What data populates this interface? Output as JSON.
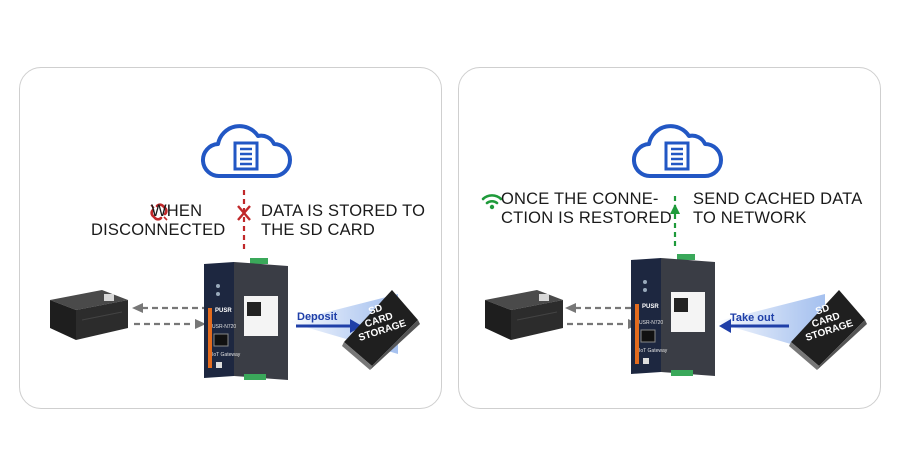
{
  "colors": {
    "cloud_blue": "#2257c4",
    "disconnect_red": "#c0282a",
    "connect_green": "#1e9a3a",
    "arrow_blue": "#1f3fa8",
    "panel_border": "#cfcfcf",
    "text": "#1a1a1a"
  },
  "left_panel": {
    "status_icon": "broken-link-icon",
    "status_line1": "WHEN",
    "status_line2": "DISCONNECTED",
    "action_line1": "DATA IS STORED TO",
    "action_line2": "THE SD CARD",
    "arrow_label": "Deposit",
    "sd_line1": "SD",
    "sd_line2": "CARD",
    "sd_line3": "STORAGE"
  },
  "right_panel": {
    "status_icon": "wifi-icon",
    "status_line1": "ONCE THE CONNE-",
    "status_line2": "CTION IS RESTORED",
    "action_line1": "SEND CACHED DATA",
    "action_line2": "TO NETWORK",
    "arrow_label": "Take out",
    "sd_line1": "SD",
    "sd_line2": "CARD",
    "sd_line3": "STORAGE"
  },
  "device": {
    "brand": "PUSR",
    "model": "USR-N720",
    "tagline": "IoT Gateway"
  }
}
